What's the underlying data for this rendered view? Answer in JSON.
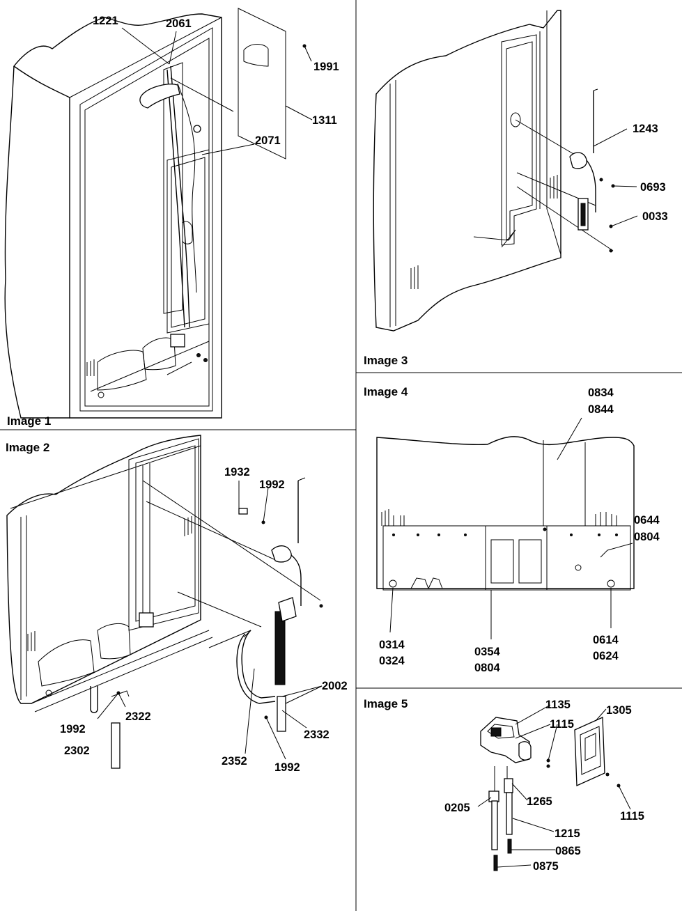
{
  "panels": [
    {
      "id": "image1",
      "title": "Image 1"
    },
    {
      "id": "image2",
      "title": "Image 2"
    },
    {
      "id": "image3",
      "title": "Image 3"
    },
    {
      "id": "image4",
      "title": "Image 4"
    },
    {
      "id": "image5",
      "title": "Image 5"
    }
  ],
  "callouts": {
    "image1": [
      "1221",
      "2061",
      "1991",
      "1311",
      "2071"
    ],
    "image2": [
      "1932",
      "1992",
      "2002",
      "1992",
      "2322",
      "2302",
      "2332",
      "2352",
      "1992"
    ],
    "image3": [
      "1243",
      "0693",
      "0033"
    ],
    "image4": [
      "0834",
      "0844",
      "0644",
      "0804",
      "0314",
      "0324",
      "0354",
      "0804",
      "0614",
      "0624"
    ],
    "image5": [
      "1135",
      "1305",
      "1115",
      "1265",
      "0205",
      "1215",
      "0865",
      "0875",
      "1115"
    ]
  }
}
